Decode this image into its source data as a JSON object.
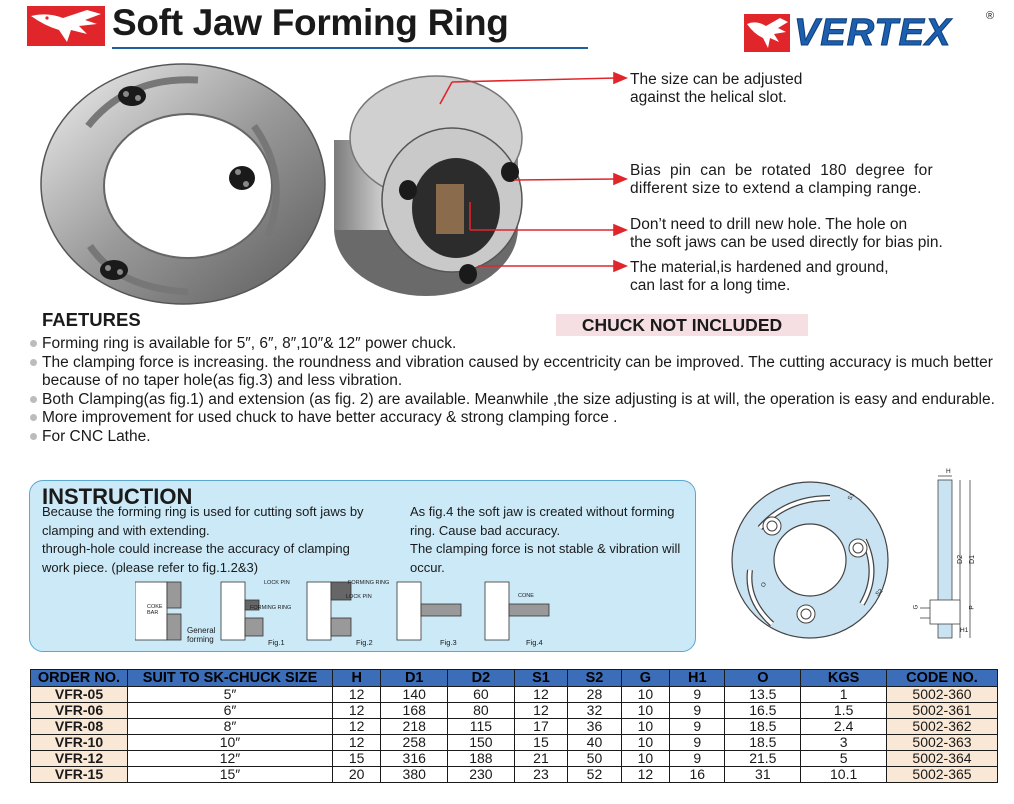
{
  "header": {
    "title": "Soft Jaw Forming Ring",
    "brand": "VERTEX",
    "brand_mark": "®"
  },
  "callouts": [
    "The size can be adjusted\nagainst the helical slot.",
    "Bias  pin  can  be  rotated  180  degree  for\ndifferent size to extend a clamping range.",
    "Don’t need to drill new hole. The hole on\nthe soft jaws can be used directly for bias pin.",
    "The material,is hardened and ground,\ncan last for a long time."
  ],
  "features": {
    "heading": "FAETURES",
    "chuck_note": "CHUCK NOT INCLUDED",
    "items": [
      "Forming ring is available for 5″, 6″, 8″,10″& 12″ power chuck.",
      "The clamping force is increasing.  the roundness and vibration caused by eccentricity can be improved. The cutting accuracy is much better because of no taper hole(as fig.3) and less vibration.",
      "Both Clamping(as fig.1) and extension (as fig. 2) are available. Meanwhile ,the size adjusting is at will, the operation is easy and endurable.",
      "More improvement for used chuck to have better accuracy & strong clamping force .",
      "For CNC Lathe."
    ]
  },
  "instruction": {
    "heading": "INSTRUCTION",
    "left_lines": [
      "Because the forming ring is used for cutting soft jaws by",
      "clamping and with extending.",
      "through-hole could increase the accuracy of clamping",
      "work piece. (please refer to fig.1.2&3)"
    ],
    "right_lines": [
      "As fig.4 the soft jaw is created without forming",
      "ring. Cause bad accuracy.",
      "The clamping force is not stable & vibration will",
      "occur."
    ],
    "figure_labels": {
      "coke_bar": "COKE\nBAR",
      "general": "General\nforming",
      "lock_pin": "LOCK PIN",
      "forming_ring": "FORMING RING",
      "cone": "CONE",
      "fig1": "Fig.1",
      "fig2": "Fig.2",
      "fig3": "Fig.3",
      "fig4": "Fig.4"
    }
  },
  "drawing_labels": {
    "s1": "S1",
    "s2": "S2",
    "o": "O",
    "h": "H",
    "d1": "D1",
    "d2": "D2",
    "g": "G",
    "h1": "H1",
    "p": "P"
  },
  "table": {
    "headers": [
      "ORDER NO.",
      "SUIT TO SK-CHUCK SIZE",
      "H",
      "D1",
      "D2",
      "S1",
      "S2",
      "G",
      "H1",
      "O",
      "KGS",
      "CODE NO."
    ],
    "rows": [
      [
        "VFR-05",
        "5″",
        "12",
        "140",
        "60",
        "12",
        "28",
        "10",
        "9",
        "13.5",
        "1",
        "5002-360"
      ],
      [
        "VFR-06",
        "6″",
        "12",
        "168",
        "80",
        "12",
        "32",
        "10",
        "9",
        "16.5",
        "1.5",
        "5002-361"
      ],
      [
        "VFR-08",
        "8″",
        "12",
        "218",
        "115",
        "17",
        "36",
        "10",
        "9",
        "18.5",
        "2.4",
        "5002-362"
      ],
      [
        "VFR-10",
        "10″",
        "12",
        "258",
        "150",
        "15",
        "40",
        "10",
        "9",
        "18.5",
        "3",
        "5002-363"
      ],
      [
        "VFR-12",
        "12″",
        "15",
        "316",
        "188",
        "21",
        "50",
        "10",
        "9",
        "21.5",
        "5",
        "5002-364"
      ],
      [
        "VFR-15",
        "15″",
        "20",
        "380",
        "230",
        "23",
        "52",
        "12",
        "16",
        "31",
        "10.1",
        "5002-365"
      ]
    ]
  },
  "colors": {
    "accent_red": "#e0262b",
    "title_rule": "#1e5f9e",
    "brand_blue": "#1b5fae",
    "instruction_bg": "#cbe9f7",
    "table_header": "#3b6db8",
    "code_bg": "#f9e8d6",
    "note_bg": "#f5dfe2"
  }
}
